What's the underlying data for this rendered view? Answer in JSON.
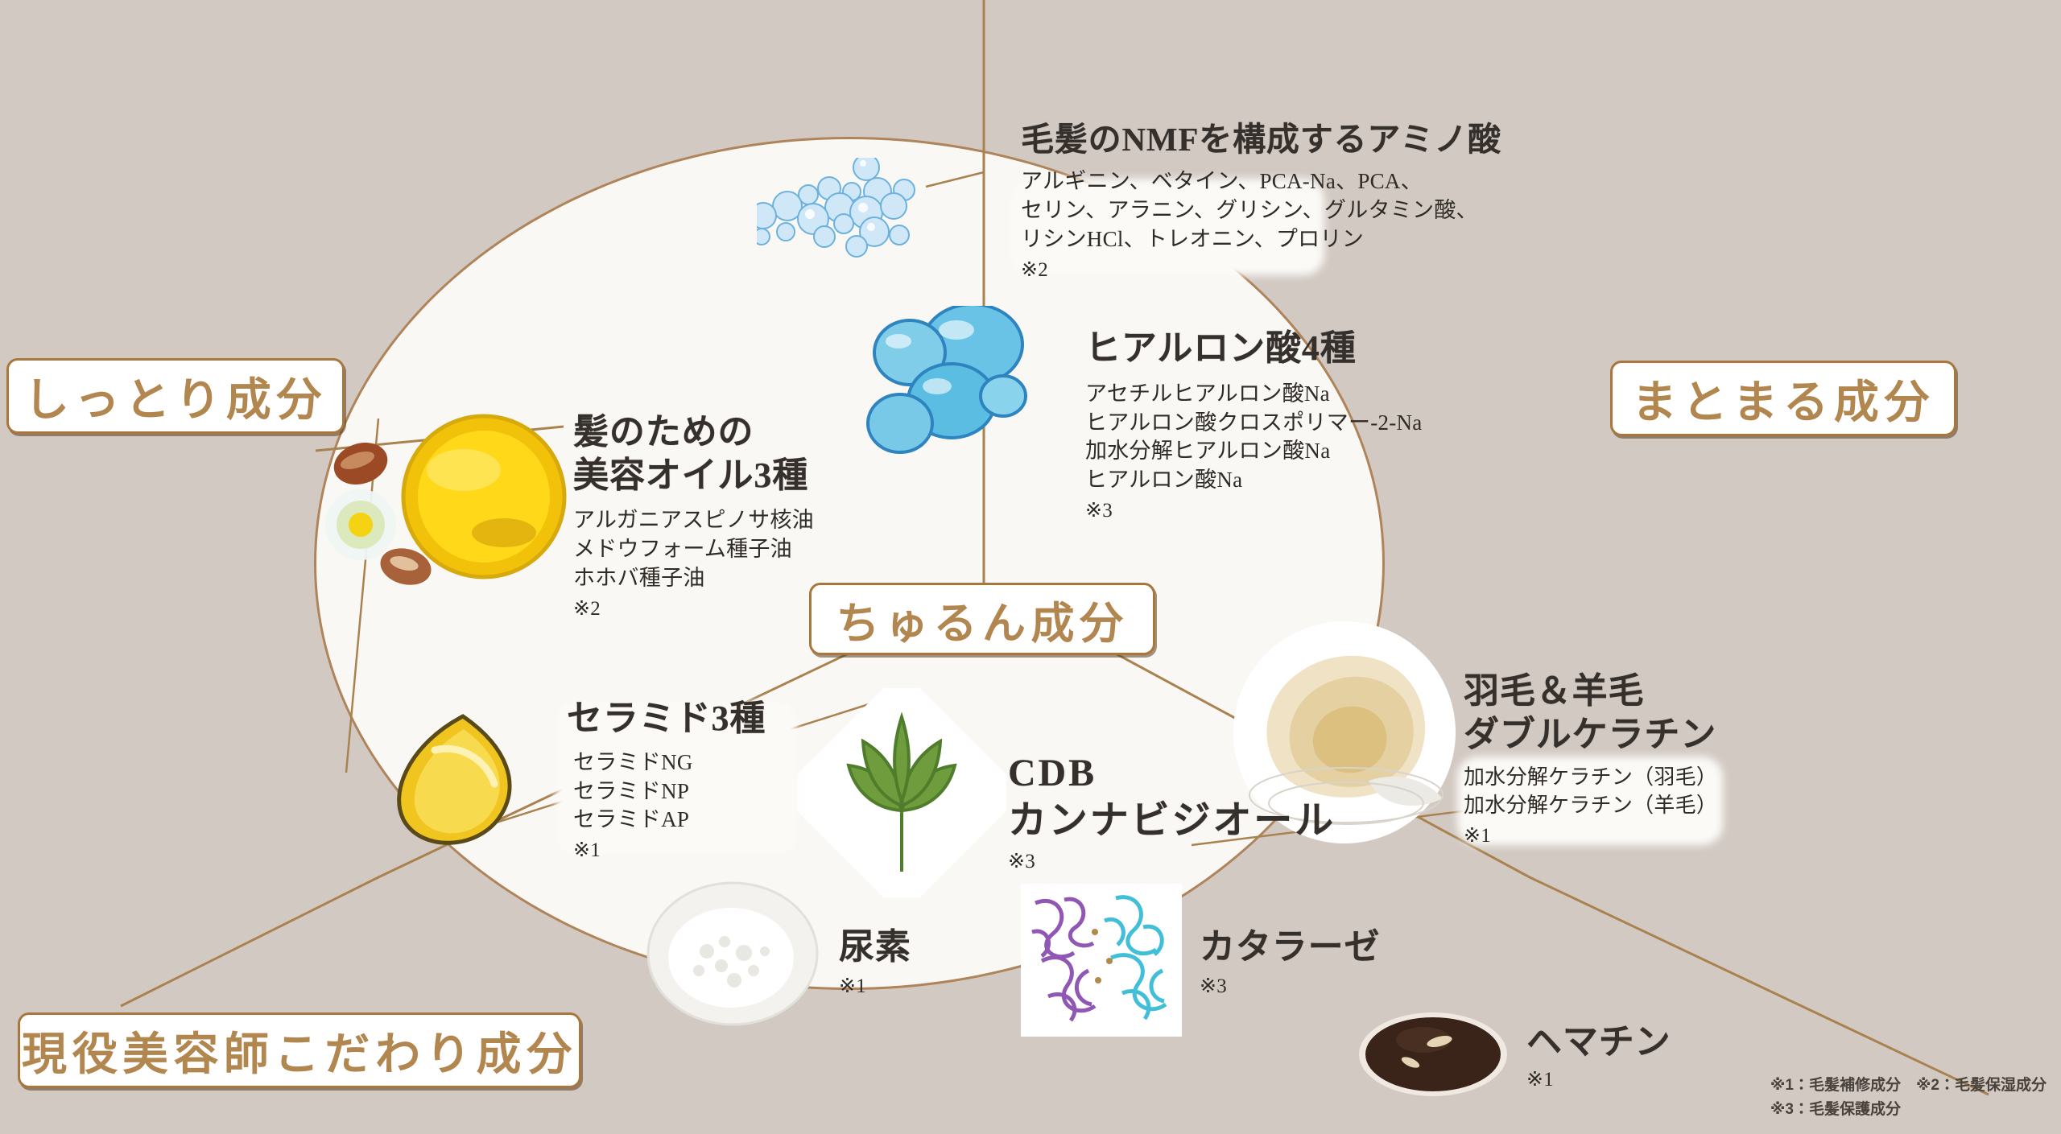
{
  "theme": {
    "background": "#d2c9c3",
    "ellipse_fill": "#faf8f5",
    "ellipse_stroke": "#b0845a",
    "pill_text": "#b2864f",
    "pill_border": "#a9763c",
    "heading_text": "#35302c"
  },
  "categories": [
    {
      "id": "moist",
      "label": "しっとり成分"
    },
    {
      "id": "manageable",
      "label": "まとまる成分"
    },
    {
      "id": "churun",
      "label": "ちゅるん成分"
    },
    {
      "id": "stylist",
      "label": "現役美容師こだわり成分"
    }
  ],
  "ingredients": [
    {
      "id": "amino-acids",
      "heading": "毛髪のNMFを構成するアミノ酸",
      "items": "アルギニン、ベタイン、PCA-Na、PCA、\nセリン、アラニン、グリシン、グルタミン酸、\nリシンHCl、トレオニン、プロリン",
      "note": "※2",
      "icon": "bubbles-icon"
    },
    {
      "id": "hyaluronic-acid",
      "heading": "ヒアルロン酸4種",
      "items": "アセチルヒアルロン酸Na\nヒアルロン酸クロスポリマー-2-Na\n加水分解ヒアルロン酸Na\nヒアルロン酸Na",
      "note": "※3",
      "icon": "water-drops-icon"
    },
    {
      "id": "beauty-oils",
      "heading": "髪のための\n美容オイル3種",
      "items": "アルガニアスピノサ核油\nメドウフォーム種子油\nホホバ種子油",
      "note": "※2",
      "icon": "oil-bowl-icon"
    },
    {
      "id": "ceramides",
      "heading": "セラミド3種",
      "items": "セラミドNG\nセラミドNP\nセラミドAP",
      "note": "※1",
      "icon": "ceramide-drop-icon"
    },
    {
      "id": "cbd",
      "heading": "CDB\nカンナビジオール",
      "items": "",
      "note": "※3",
      "icon": "hemp-leaf-icon"
    },
    {
      "id": "double-keratin",
      "heading": "羽毛＆羊毛\nダブルケラチン",
      "items": "加水分解ケラチン（羽毛）\n加水分解ケラチン（羊毛）",
      "note": "※1",
      "icon": "wool-feather-icon"
    },
    {
      "id": "urea",
      "heading": "尿素",
      "items": "",
      "note": "※1",
      "icon": "urea-powder-icon"
    },
    {
      "id": "catalase",
      "heading": "カタラーゼ",
      "items": "",
      "note": "※3",
      "icon": "protein-structure-icon"
    },
    {
      "id": "hematin",
      "heading": "ヘマチン",
      "items": "",
      "note": "※1",
      "icon": "hematin-drop-icon"
    }
  ],
  "footnotes": {
    "line1": "※1：毛髪補修成分　※2：毛髪保湿成分",
    "line2": "※3：毛髪保護成分"
  }
}
